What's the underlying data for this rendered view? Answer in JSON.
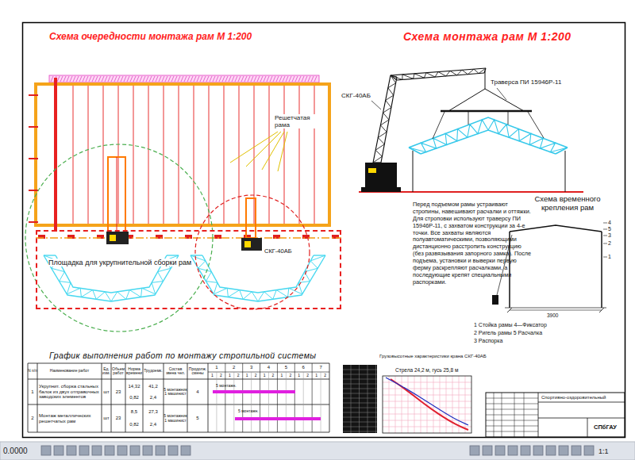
{
  "diagram": {
    "nodes": [
      {
        "text": [
          "Площадка для укрупнительной сборки рам"
        ]
      }
    ],
    "labels": [
      "Схема очередности монтажа рам М 1:200",
      "Схема монтажа рам М 1:200",
      "Решетчатая рама",
      "СКГ-40АБ",
      "СКГ-40АБ",
      "Траверса ПИ 15946Р-11",
      "Перед подъемом рамы устраивают стропины, навешивают расчалки и оттяжки. Для строповки используют траверсу ПИ 15946Р-11, с захватом конструкции за 4-е точки. Все захваты являются полуавтоматическими, позволяющими дистанционно расстропить конструкцию (без развязывания запорного замка). После подъема, установки и выверки первую ферму раскрепляют расчалками, а последующие крепят специальными распорками.",
      "Схема временного крепления рам",
      "4",
      "5",
      "3",
      "2",
      "1",
      "3900",
      "1 Стойка рамы 4—Фиксатор",
      "2 Ригель рамы 5 Расчалка",
      "3 Распорка",
      "График выполнения работ по монтажу стропильной системы",
      "N п/п",
      "Наименование работ",
      "Ед. изм.",
      "Объем работ",
      "Норма времени",
      "Трудоемк.",
      "Состав звена чел.",
      "Продолж. смены",
      "1",
      "2",
      "3",
      "4",
      "5",
      "6",
      "7",
      "1",
      "2",
      "1",
      "2",
      "1",
      "2",
      "1",
      "2",
      "1",
      "2",
      "1",
      "2",
      "1",
      "2",
      "1",
      "Укрупнит. сборка стальных балок из двух отправочных заводских элементов",
      "шт",
      "23",
      "14,32",
      "41,2",
      "0,82",
      "2,4",
      "5 монтажник 1 машинист",
      "4",
      "5 монтажн.",
      "2",
      "Монтаж металлических решетчатых рам",
      "шт",
      "23",
      "8,5",
      "27,3",
      "0,82",
      "2,4",
      "5 монтажник 1 машинист",
      "5",
      "5 монтажн.",
      "Грузовысотные характеристики крана СКГ-40АБ",
      "Стрела 24,2 м, гусь 25,8 м",
      "Спортивно-оздоровительный",
      "СПбГАУ",
      "0.0000",
      "1:1"
    ]
  }
}
